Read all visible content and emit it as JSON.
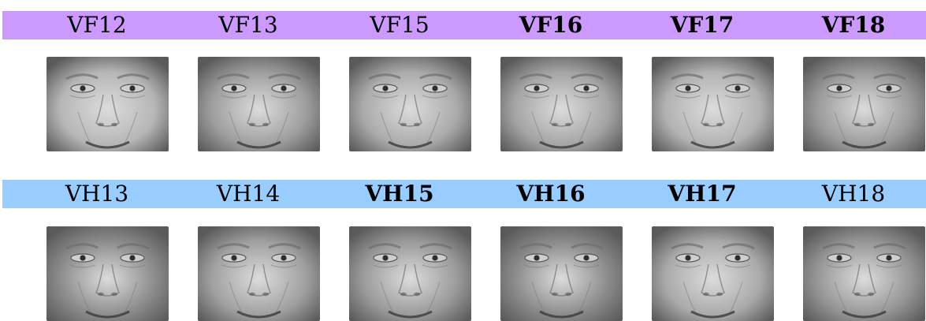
{
  "rows": [
    {
      "band_color": "#cc99ff",
      "cells": [
        {
          "label": "VF12",
          "bold": false,
          "tone": "#b6b6b6"
        },
        {
          "label": "VF13",
          "bold": false,
          "tone": "#9e9e9e"
        },
        {
          "label": "VF15",
          "bold": false,
          "tone": "#aaaaaa"
        },
        {
          "label": "VF16",
          "bold": true,
          "tone": "#a4a4a4"
        },
        {
          "label": "VF17",
          "bold": true,
          "tone": "#b2b2b2"
        },
        {
          "label": "VF18",
          "bold": true,
          "tone": "#9a9a9a"
        }
      ]
    },
    {
      "band_color": "#99ccff",
      "cells": [
        {
          "label": "VH13",
          "bold": false,
          "tone": "#8c8c8c"
        },
        {
          "label": "VH14",
          "bold": false,
          "tone": "#a0a0a0"
        },
        {
          "label": "VH15",
          "bold": true,
          "tone": "#9a9a9a"
        },
        {
          "label": "VH16",
          "bold": true,
          "tone": "#8a8a8a"
        },
        {
          "label": "VH17",
          "bold": true,
          "tone": "#aaaaaa"
        },
        {
          "label": "VH18",
          "bold": false,
          "tone": "#969696"
        }
      ]
    }
  ]
}
